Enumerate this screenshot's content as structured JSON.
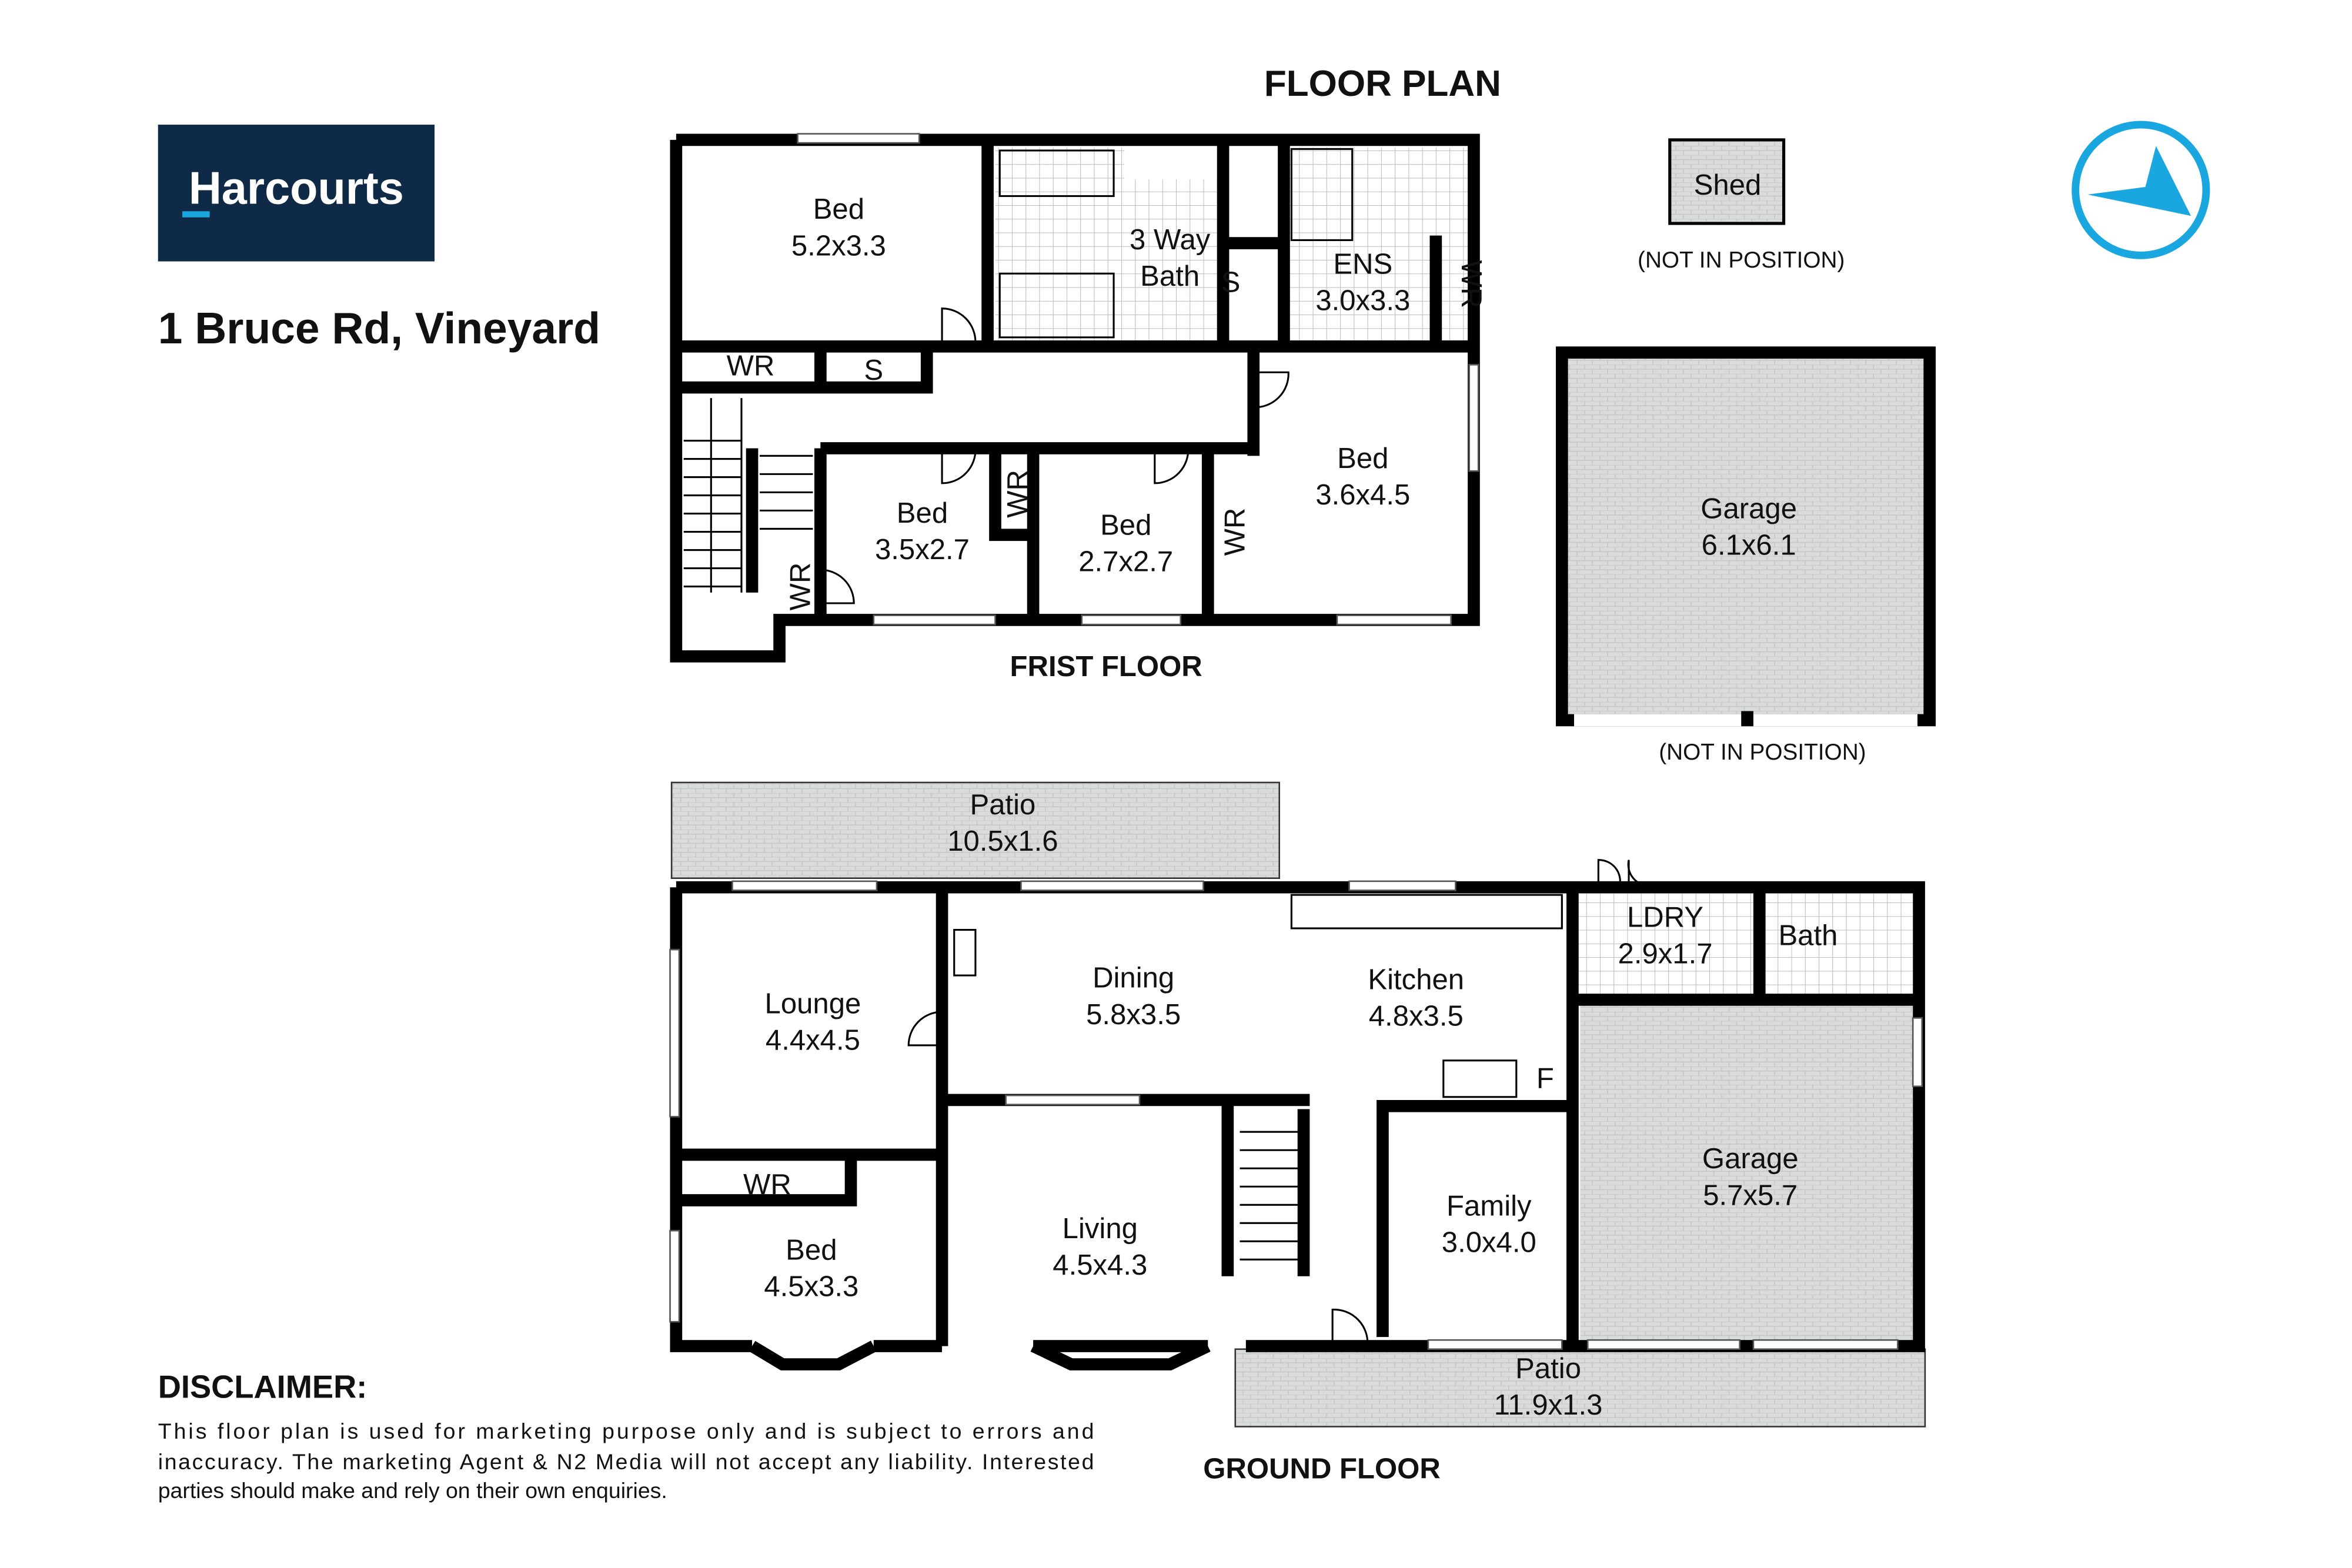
{
  "title": "FLOOR PLAN",
  "brand": {
    "name": "Harcourts",
    "bg_color": "#0e2a47",
    "accent_color": "#1aa7e0"
  },
  "address": "1 Bruce Rd, Vineyard",
  "compass": {
    "icon": "north-arrow-icon",
    "color": "#1aa7e0"
  },
  "first_floor": {
    "label": "FRIST FLOOR",
    "rooms": [
      {
        "name": "Bed",
        "size": "5.2x3.3"
      },
      {
        "name": "3 Way",
        "size": "Bath"
      },
      {
        "name": "ENS",
        "size": "3.0x3.3"
      },
      {
        "name": "Bed",
        "size": "3.5x2.7"
      },
      {
        "name": "Bed",
        "size": "2.7x2.7"
      },
      {
        "name": "Bed",
        "size": "3.6x4.5"
      }
    ],
    "small_labels": [
      "WR",
      "S",
      "S",
      "WR",
      "WR",
      "WR",
      "WR"
    ]
  },
  "shed": {
    "name": "Shed",
    "note": "(NOT IN POSITION)"
  },
  "detached_garage": {
    "name": "Garage",
    "size": "6.1x6.1",
    "note": "(NOT IN POSITION)"
  },
  "ground_floor": {
    "label": "GROUND FLOOR",
    "rooms": [
      {
        "name": "Patio",
        "size": "10.5x1.6"
      },
      {
        "name": "Lounge",
        "size": "4.4x4.5"
      },
      {
        "name": "Dining",
        "size": "5.8x3.5"
      },
      {
        "name": "Kitchen",
        "size": "4.8x3.5"
      },
      {
        "name": "LDRY",
        "size": "2.9x1.7"
      },
      {
        "name": "Bath",
        "size": ""
      },
      {
        "name": "Garage",
        "size": "5.7x5.7"
      },
      {
        "name": "Bed",
        "size": "4.5x3.3"
      },
      {
        "name": "Living",
        "size": "4.5x4.3"
      },
      {
        "name": "Family",
        "size": "3.0x4.0"
      },
      {
        "name": "Patio",
        "size": "11.9x1.3"
      }
    ],
    "small_labels": [
      "WR",
      "F"
    ]
  },
  "disclaimer": {
    "heading": "DISCLAIMER:",
    "lines": [
      "This floor plan is used for marketing purpose only and is subject to errors and",
      "inaccuracy. The marketing Agent & N2 Media will not accept any liability. Interested",
      "parties should make and rely on their own enquiries."
    ]
  }
}
